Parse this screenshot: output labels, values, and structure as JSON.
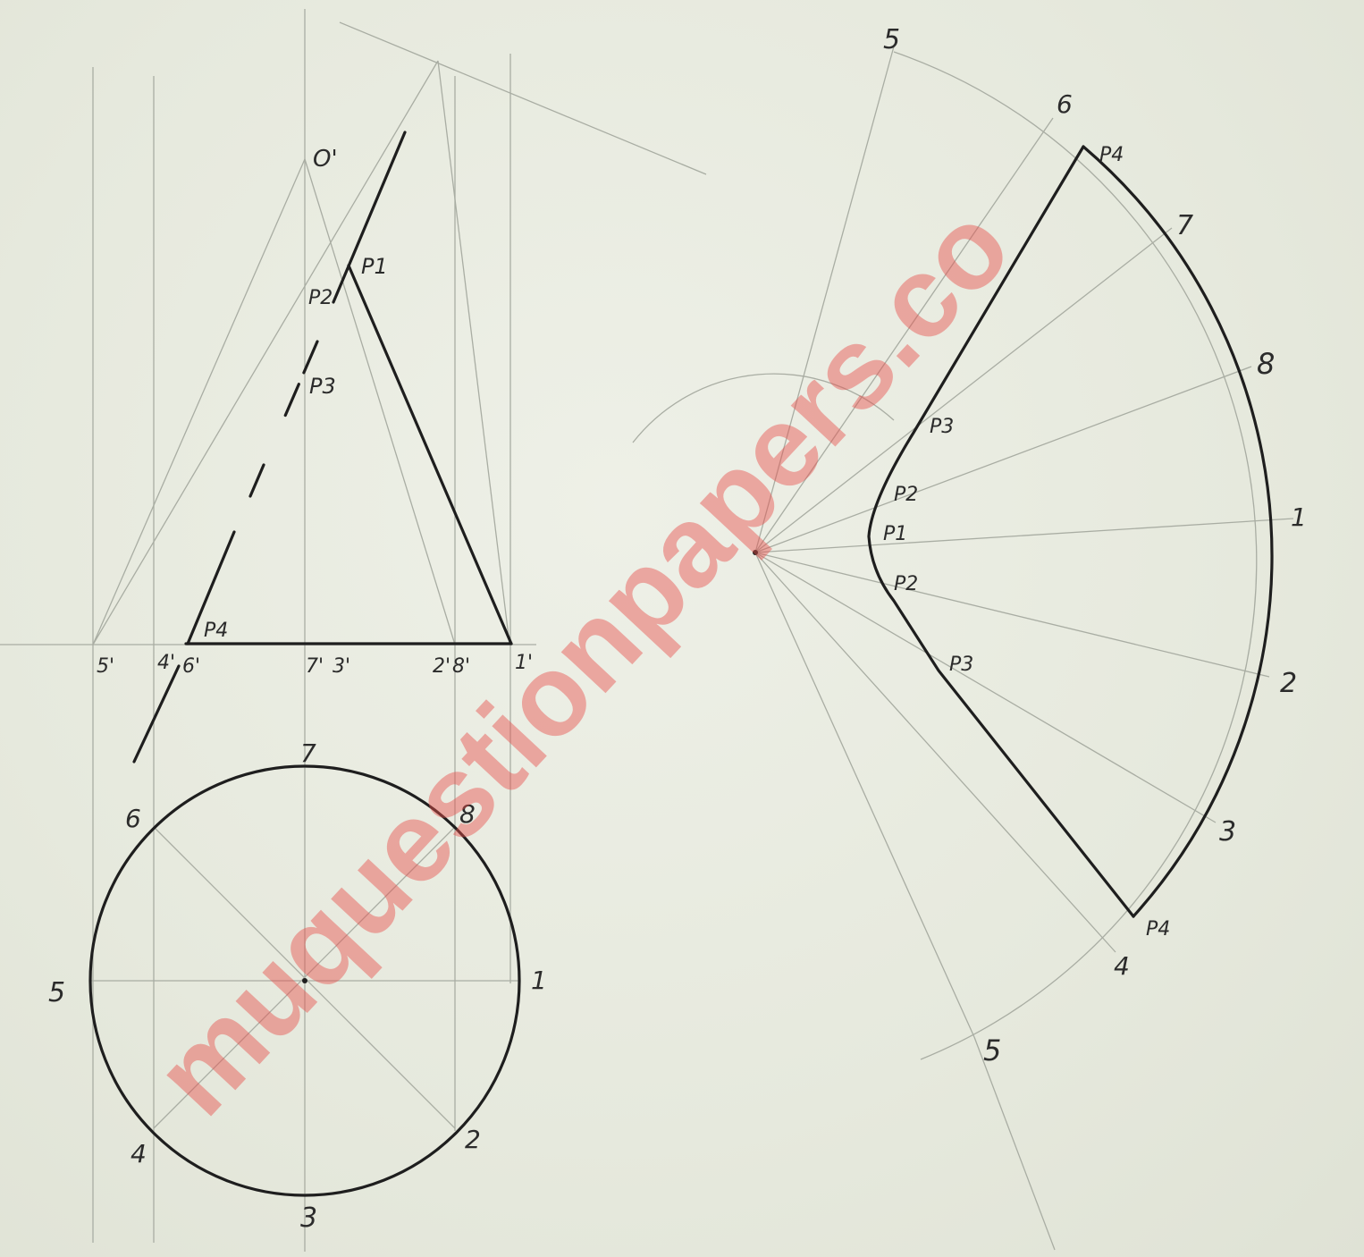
{
  "colors": {
    "paper": "#e9ebe1",
    "construction_line": "#a9ada3",
    "object_line": "#1e1e1e",
    "label": "#2b2b2b",
    "watermark": "#e8504c"
  },
  "watermark": "muquestionpapers.co",
  "elevation": {
    "apex_label": "O'",
    "base_labels": [
      "5'",
      "4'",
      "6'",
      "7'",
      "3'",
      "2'",
      "8'",
      "1'"
    ],
    "point_labels": [
      "P1",
      "P2",
      "P3",
      "P4"
    ]
  },
  "plan": {
    "labels": [
      "1",
      "2",
      "3",
      "4",
      "5",
      "6",
      "7",
      "8"
    ]
  },
  "development": {
    "arc_labels": [
      "5",
      "6",
      "P4",
      "7",
      "8",
      "1",
      "2",
      "3",
      "P4",
      "4",
      "5"
    ],
    "curve_labels": [
      "P3",
      "P2",
      "P1",
      "P2",
      "P3"
    ]
  }
}
